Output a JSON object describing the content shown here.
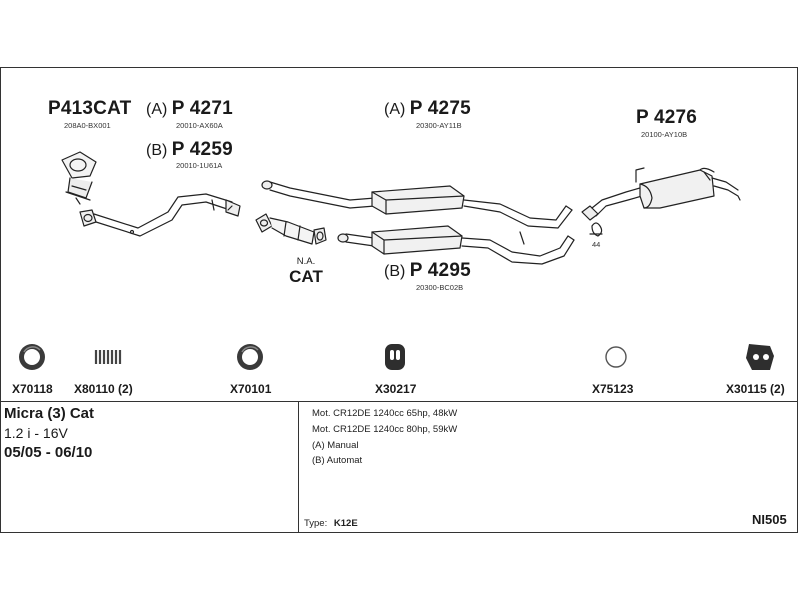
{
  "parts": {
    "p413cat": {
      "code": "P413CAT",
      "ref": "208A0-BX001"
    },
    "p4271": {
      "prefix": "(A)",
      "code": "P 4271",
      "ref": "20010-AX60A"
    },
    "p4259": {
      "prefix": "(B)",
      "code": "P 4259",
      "ref": "20010-1U61A"
    },
    "p4275": {
      "prefix": "(A)",
      "code": "P 4275",
      "ref": "20300-AY11B"
    },
    "p4295": {
      "prefix": "(B)",
      "code": "P 4295",
      "ref": "20300-BC02B"
    },
    "p4276": {
      "code": "P 4276",
      "ref": "20100-AY10B"
    }
  },
  "cat": {
    "na": "N.A.",
    "label": "CAT"
  },
  "bracket_number": "44",
  "accessories": [
    {
      "code": "X70118",
      "icon": "ring-rubber-icon"
    },
    {
      "code": "X80110 (2)",
      "icon": "spring-icon"
    },
    {
      "code": "X70101",
      "icon": "ring-rubber-icon"
    },
    {
      "code": "X30217",
      "icon": "hanger-rubber-icon"
    },
    {
      "code": "X75123",
      "icon": "thin-ring-icon"
    },
    {
      "code": "X30115 (2)",
      "icon": "hanger-rubber-icon"
    }
  ],
  "vehicle": {
    "model": "Micra (3) Cat",
    "engine": "1.2 i - 16V",
    "years": "05/05 - 06/10"
  },
  "specs": [
    "Mot. CR12DE 1240cc 65hp, 48kW",
    "Mot. CR12DE 1240cc 80hp, 59kW",
    "(A) Manual",
    "(B) Automat"
  ],
  "type": {
    "label": "Type:",
    "value": "K12E"
  },
  "diagram_code": "NI505"
}
